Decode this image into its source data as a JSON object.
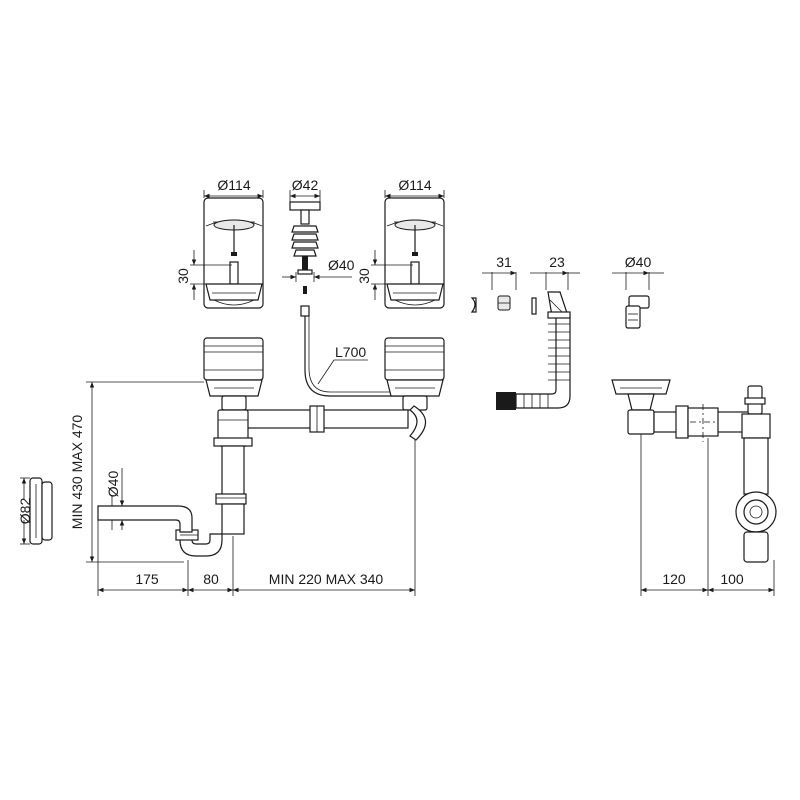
{
  "dimensions": {
    "strainer_left_diameter": "Ø114",
    "popup_diameter": "Ø42",
    "strainer_right_diameter": "Ø114",
    "strainer_left_depth": "30",
    "strainer_right_depth": "30",
    "popup_bottom_diameter": "Ø40",
    "cable_length": "L700",
    "overflow_cap_width": "31",
    "overflow_body_width": "23",
    "side_outlet_diameter": "Ø40",
    "height_range": "MIN 430 MAX 470",
    "outlet_pipe_diameter": "Ø40",
    "wall_flange_diameter": "Ø82",
    "outlet_length": "175",
    "trap_offset": "80",
    "bowl_spacing": "MIN 220 MAX 340",
    "side_offset_a": "120",
    "side_offset_b": "100"
  }
}
